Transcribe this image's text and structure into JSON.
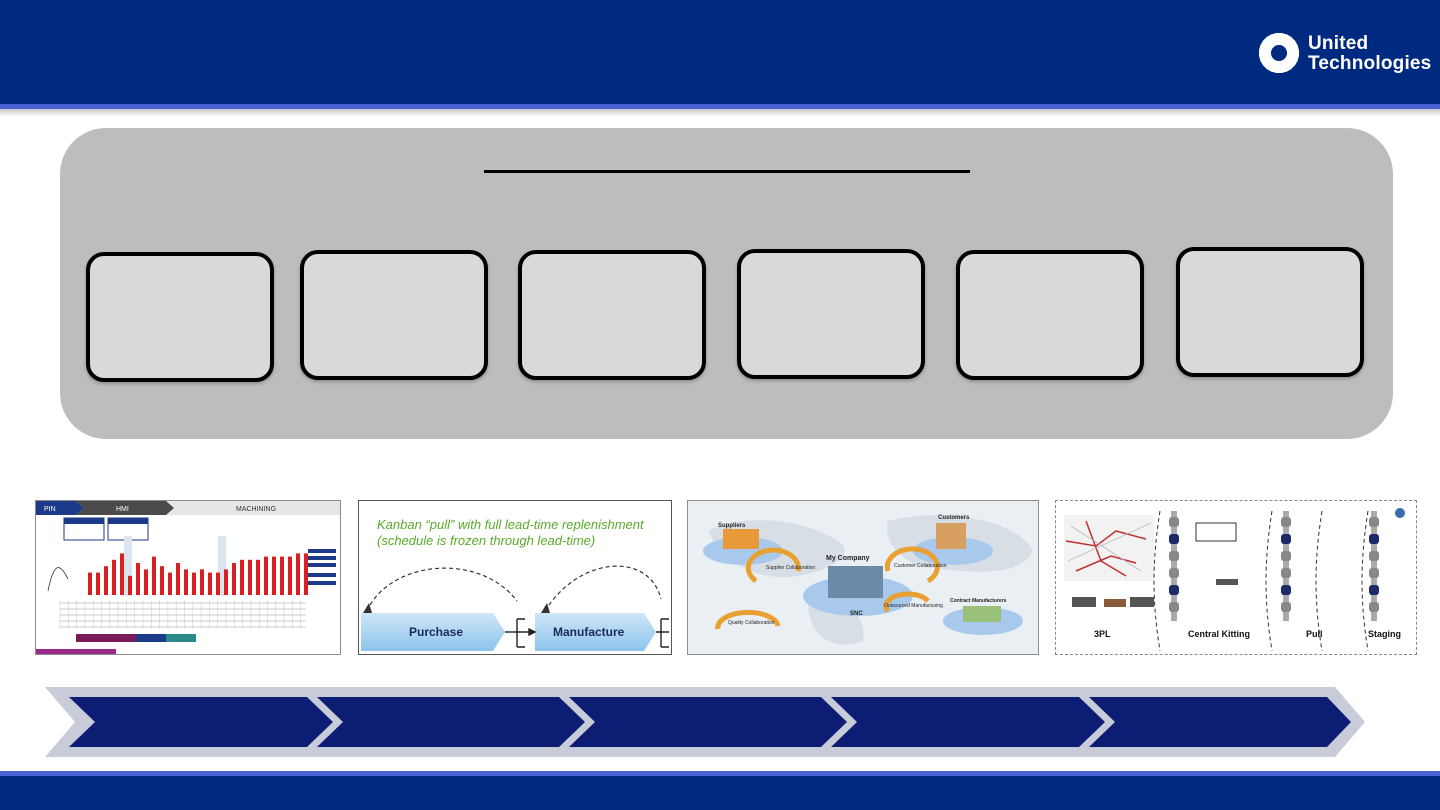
{
  "header": {
    "logo": {
      "line1": "United",
      "line2": "Technologies",
      "icon": "sunburst-logo-icon"
    }
  },
  "colors": {
    "header_bg": "#002a80",
    "accent_line": "#4a62d8",
    "panel_bg": "#bdbdbd",
    "chevron_fill": "#0d1d74",
    "chevron_band": "#c8ccd8"
  },
  "panel": {
    "box_count": 6
  },
  "thumbnails": {
    "schedule": {
      "tabs": [
        "PIN",
        "HMI",
        "MACHINING"
      ]
    },
    "kanban": {
      "title_line1": "Kanban “pull” with  full lead-time replenishment",
      "title_line2": "(schedule is frozen through lead-time)",
      "step1": "Purchase",
      "step2": "Manufacture"
    },
    "snc": {
      "suppliers": "Suppliers",
      "customers": "Customers",
      "my_company": "My Company",
      "snc": "SNC",
      "supplier_collab": "Supplier Collaboration",
      "customer_collab": "Customer Collaboration",
      "quality_collab": "Quality Collaboration",
      "outsourced": "Outsourced Manufacturing",
      "contract_mfg": "Contract Manufacturers"
    },
    "logistics": {
      "labels": [
        "3PL",
        "Central Kitting",
        "Pull",
        "Staging"
      ]
    }
  },
  "chevrons": {
    "count": 5
  }
}
